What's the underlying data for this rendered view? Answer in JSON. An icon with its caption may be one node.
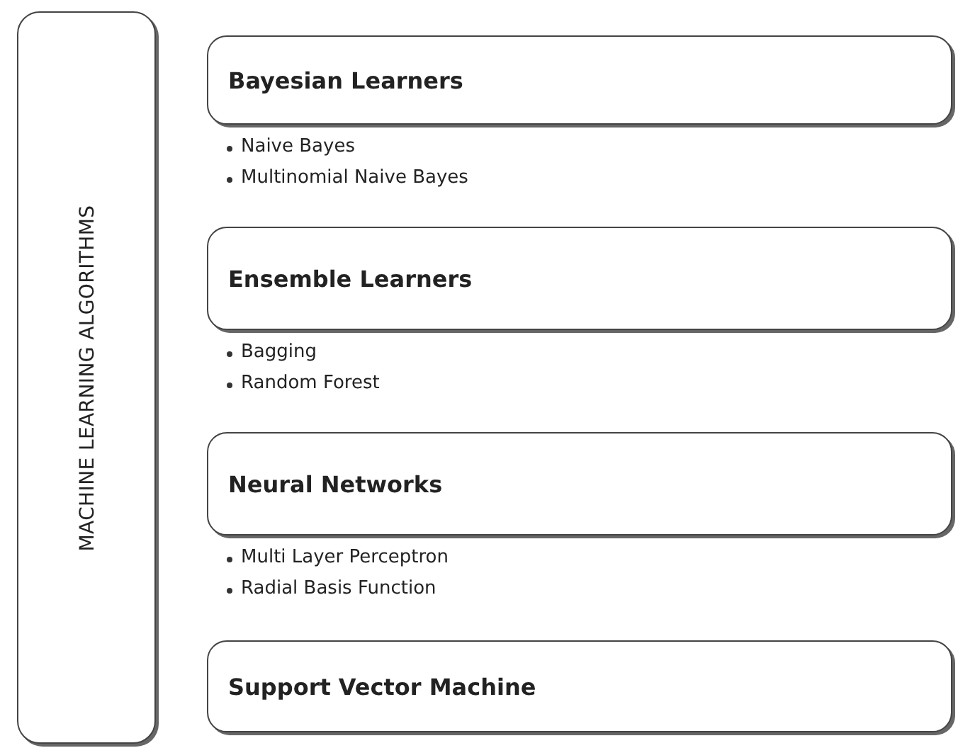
{
  "diagram": {
    "nodes": [
      {
        "text": [
          "MACHINE LEARNING ALGORITHMS"
        ]
      },
      {
        "text": [
          "Bayesian Learners"
        ],
        "beside": [
          "Naive Bayes",
          "Multinomial Naive Bayes"
        ]
      },
      {
        "text": [
          "Ensemble Learners"
        ],
        "beside": [
          "Bagging",
          "Random Forest"
        ]
      },
      {
        "text": [
          "Neural Networks"
        ],
        "beside": [
          "Multi Layer Perceptron",
          "Radial Basis Function"
        ]
      },
      {
        "text": [
          "Support Vector Machine"
        ]
      }
    ]
  }
}
